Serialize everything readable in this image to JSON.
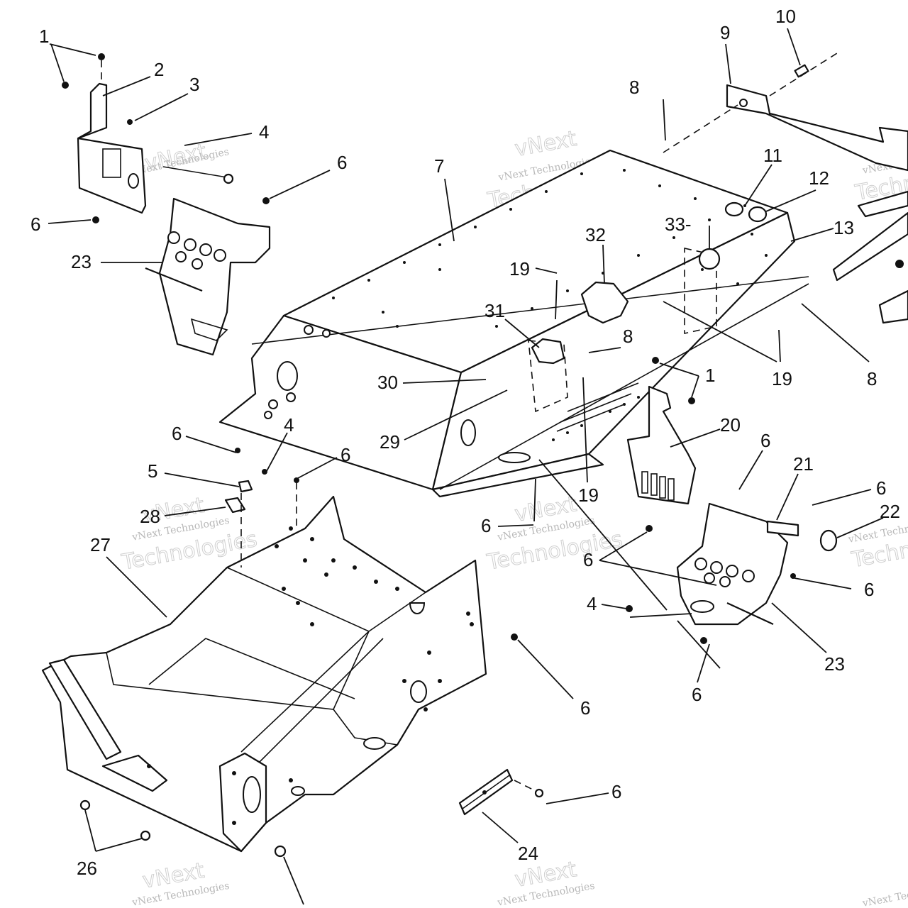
{
  "callouts": [
    {
      "id": "c1a",
      "text": "1"
    },
    {
      "id": "c2",
      "text": "2"
    },
    {
      "id": "c3",
      "text": "3"
    },
    {
      "id": "c4a",
      "text": "4"
    },
    {
      "id": "c6a",
      "text": "6"
    },
    {
      "id": "c6b",
      "text": "6"
    },
    {
      "id": "c23a",
      "text": "23"
    },
    {
      "id": "c7",
      "text": "7"
    },
    {
      "id": "c8a",
      "text": "8"
    },
    {
      "id": "c9",
      "text": "9"
    },
    {
      "id": "c10",
      "text": "10"
    },
    {
      "id": "c11",
      "text": "11"
    },
    {
      "id": "c12",
      "text": "12"
    },
    {
      "id": "c13",
      "text": "13"
    },
    {
      "id": "c32",
      "text": "32"
    },
    {
      "id": "c33",
      "text": "33-"
    },
    {
      "id": "c19a",
      "text": "19"
    },
    {
      "id": "c31",
      "text": "31"
    },
    {
      "id": "c8b",
      "text": "8"
    },
    {
      "id": "c19b",
      "text": "19"
    },
    {
      "id": "c8c",
      "text": "8"
    },
    {
      "id": "c1b",
      "text": "1"
    },
    {
      "id": "c30",
      "text": "30"
    },
    {
      "id": "c29",
      "text": "29"
    },
    {
      "id": "c20",
      "text": "20"
    },
    {
      "id": "c19c",
      "text": "19"
    },
    {
      "id": "c6c",
      "text": "6"
    },
    {
      "id": "c4b",
      "text": "4"
    },
    {
      "id": "c6d",
      "text": "6"
    },
    {
      "id": "c5",
      "text": "5"
    },
    {
      "id": "c28",
      "text": "28"
    },
    {
      "id": "c27",
      "text": "27"
    },
    {
      "id": "c6e",
      "text": "6"
    },
    {
      "id": "c21",
      "text": "21"
    },
    {
      "id": "c6f",
      "text": "6"
    },
    {
      "id": "c22",
      "text": "22"
    },
    {
      "id": "c6g",
      "text": "6"
    },
    {
      "id": "c6h",
      "text": "6"
    },
    {
      "id": "c6i",
      "text": "6"
    },
    {
      "id": "c4c",
      "text": "4"
    },
    {
      "id": "c23b",
      "text": "23"
    },
    {
      "id": "c6j",
      "text": "6"
    },
    {
      "id": "c6k",
      "text": "6"
    },
    {
      "id": "c6l",
      "text": "6"
    },
    {
      "id": "c24",
      "text": "24"
    },
    {
      "id": "c26",
      "text": "26"
    }
  ],
  "watermark": {
    "line1": "vNext Technologies",
    "line2": "vNext",
    "line3": "Technologies"
  }
}
